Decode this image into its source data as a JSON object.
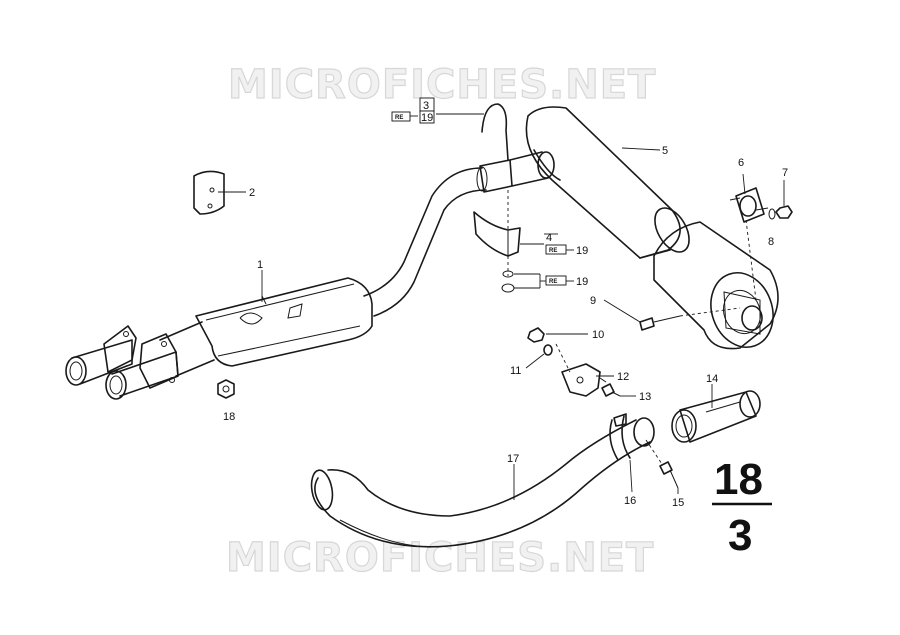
{
  "watermark": {
    "text": "MICROFICHES.NET"
  },
  "page_number": {
    "numerator": "18",
    "denominator": "3"
  },
  "part_labels": {
    "p1": "1",
    "p2": "2",
    "p4": "4",
    "p5": "5",
    "p6": "6",
    "p7": "7",
    "p8": "8",
    "p9": "9",
    "p10": "10",
    "p11": "11",
    "p12": "12",
    "p13": "13",
    "p14": "14",
    "p15": "15",
    "p16": "16",
    "p17": "17",
    "p18": "18"
  },
  "cross_refs": {
    "top_ref": "3",
    "top_ref_num": "19",
    "mid_ref_num": "19",
    "low_ref_num": "19"
  }
}
